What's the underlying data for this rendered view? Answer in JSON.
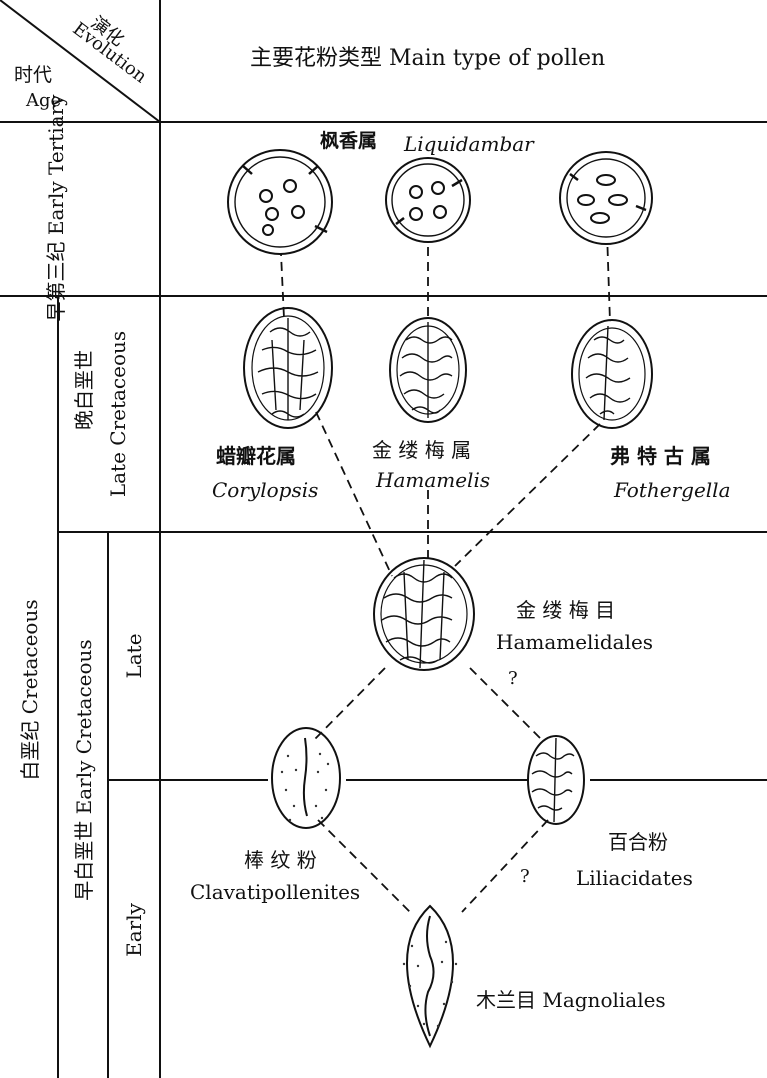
{
  "header": {
    "evolution_cn": "演化",
    "evolution_en": "Evolution",
    "age_cn": "时代",
    "age_en": "Age",
    "main_title": "主要花粉类型 Main type of pollen"
  },
  "age_column": {
    "early_tertiary": "早第三纪 Early Tertiary",
    "cretaceous": "白垩纪 Cretaceous",
    "late_cretaceous_cn": "晚白垩世",
    "late_cretaceous_en": "Late Cretaceous",
    "early_cretaceous": "早白垩世 Early Cretaceous",
    "late": "Late",
    "early": "Early"
  },
  "taxa": {
    "liquidambar_cn": "枫香属",
    "liquidambar_en": "Liquidambar",
    "corylopsis_cn": "蜡瓣花属",
    "corylopsis_en": "Corylopsis",
    "hamamelis_cn": "金 缕 梅 属",
    "hamamelis_en": "Hamamelis",
    "fothergella_cn": "弗 特 古 属",
    "fothergella_en": "Fothergella",
    "hamamelidales_cn": "金 缕 梅 目",
    "hamamelidales_en": "Hamamelidales",
    "clavatipollenites_cn": "棒 纹 粉",
    "clavatipollenites_en": "Clavatipollenites",
    "liliacidates_cn": "百合粉",
    "liliacidates_en": "Liliacidates",
    "magnoliales": "木兰目 Magnoliales"
  },
  "uncertain_mark": "?"
}
